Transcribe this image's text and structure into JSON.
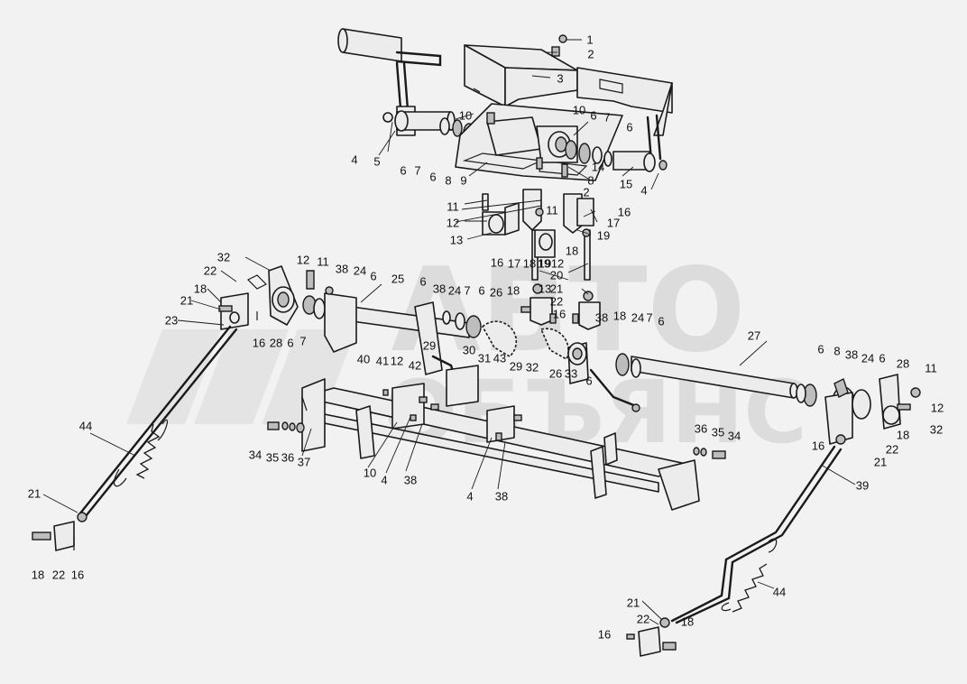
{
  "watermark": {
    "line1": "АВТО",
    "line2": "ОБЪЯНС",
    "color": "#dcdcdc"
  },
  "callouts": [
    "1",
    "2",
    "3",
    "4",
    "5",
    "6",
    "7",
    "8",
    "9",
    "10",
    "11",
    "12",
    "13",
    "14",
    "15",
    "16",
    "17",
    "18",
    "19",
    "20",
    "21",
    "22",
    "23",
    "24",
    "25",
    "26",
    "27",
    "28",
    "29",
    "30",
    "31",
    "32",
    "33",
    "34",
    "35",
    "36",
    "37",
    "38",
    "39",
    "40",
    "41",
    "42",
    "43",
    "44"
  ]
}
